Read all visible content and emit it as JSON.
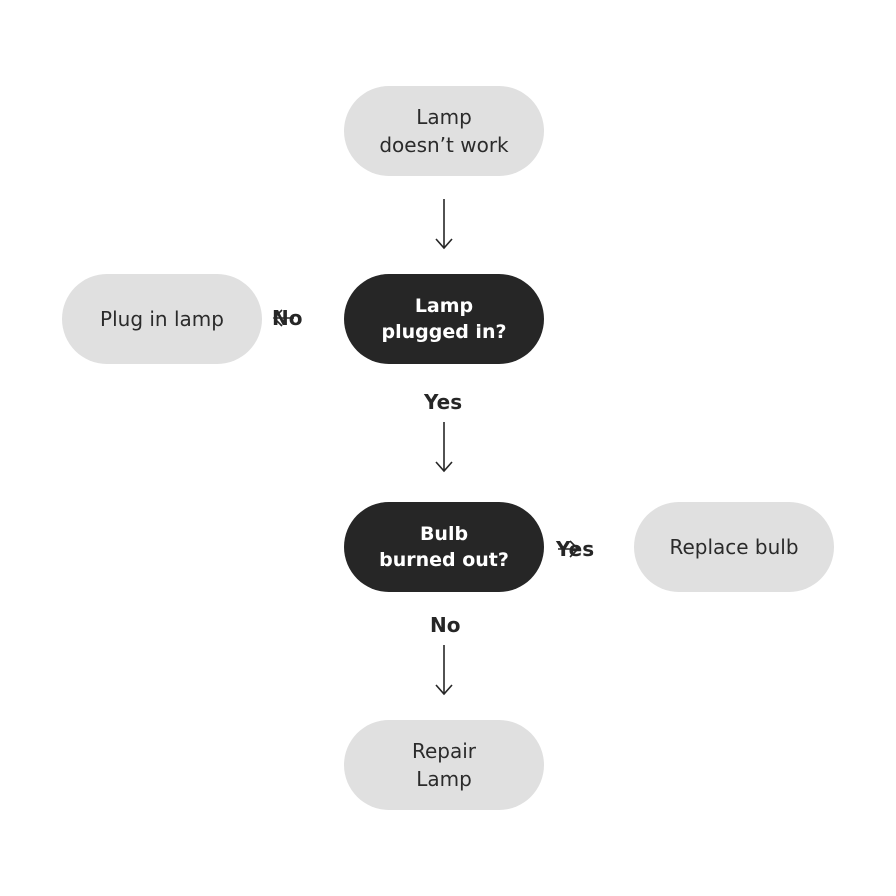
{
  "nodes": {
    "start": {
      "line1": "Lamp",
      "line2": "doesn’t work"
    },
    "plugged_in": {
      "line1": "Lamp",
      "line2": "plugged in?"
    },
    "plug_in": {
      "text": "Plug in lamp"
    },
    "bulb": {
      "line1": "Bulb",
      "line2": "burned out?"
    },
    "replace": {
      "text": "Replace bulb"
    },
    "repair": {
      "line1": "Repair",
      "line2": "Lamp"
    }
  },
  "labels": {
    "plugged_no": "No",
    "plugged_yes": "Yes",
    "bulb_yes": "Yes",
    "bulb_no": "No"
  },
  "colors": {
    "terminal_fill": "#e0e0e0",
    "decision_fill": "#262626",
    "text_dark": "#262626",
    "text_light": "#ffffff"
  }
}
